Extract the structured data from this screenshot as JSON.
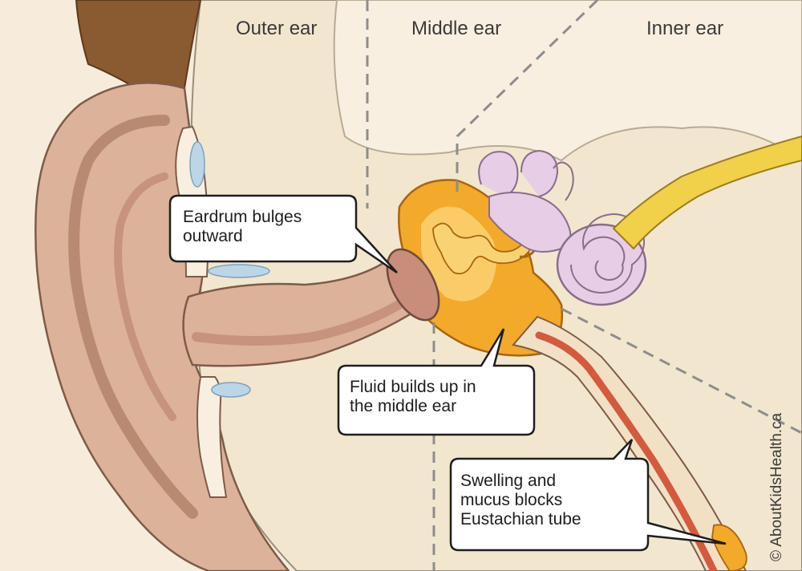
{
  "regions": {
    "outer": "Outer ear",
    "middle": "Middle ear",
    "inner": "Inner ear"
  },
  "callouts": {
    "eardrum": [
      "Eardrum bulges",
      "outward"
    ],
    "fluid": [
      "Fluid builds up in",
      "the middle ear"
    ],
    "tube": [
      "Swelling and",
      "mucus blocks",
      "Eustachian tube"
    ]
  },
  "credit": "© AboutKidsHealth.ca",
  "colors": {
    "background": "#f7ecdc",
    "skin": "#dcb29a",
    "skin_shadow": "#c7937c",
    "hair": "#8a5a30",
    "bone": "#f6efdf",
    "fluid": "#f3a92a",
    "eardrum": "#c98d7c",
    "cochlea": "#e7cde6",
    "nerve": "#f1d04a",
    "tube": "#d45a3f",
    "divider": "#8d8d8d"
  }
}
